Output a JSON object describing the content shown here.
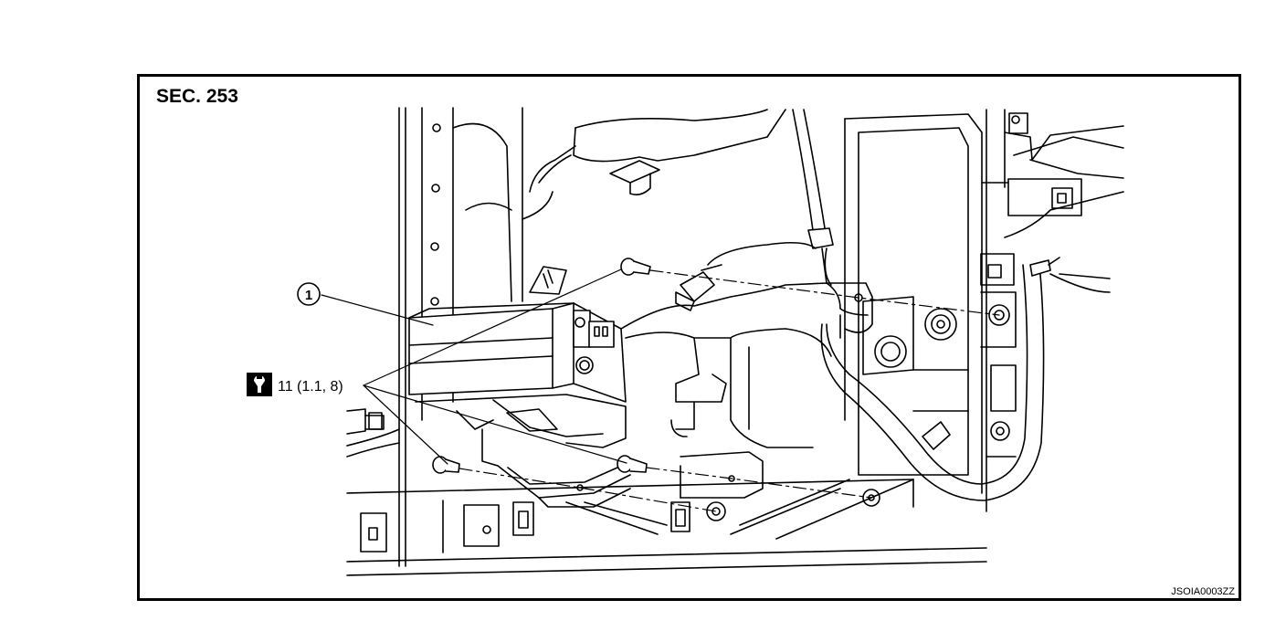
{
  "diagram": {
    "section_label": "SEC. 253",
    "callouts": [
      {
        "id": "callout-1",
        "label": "1"
      }
    ],
    "torque_spec": "11 (1.1, 8)",
    "torque_icon": "wrench-torque-icon",
    "document_code": "JSOIA0003ZZ"
  }
}
